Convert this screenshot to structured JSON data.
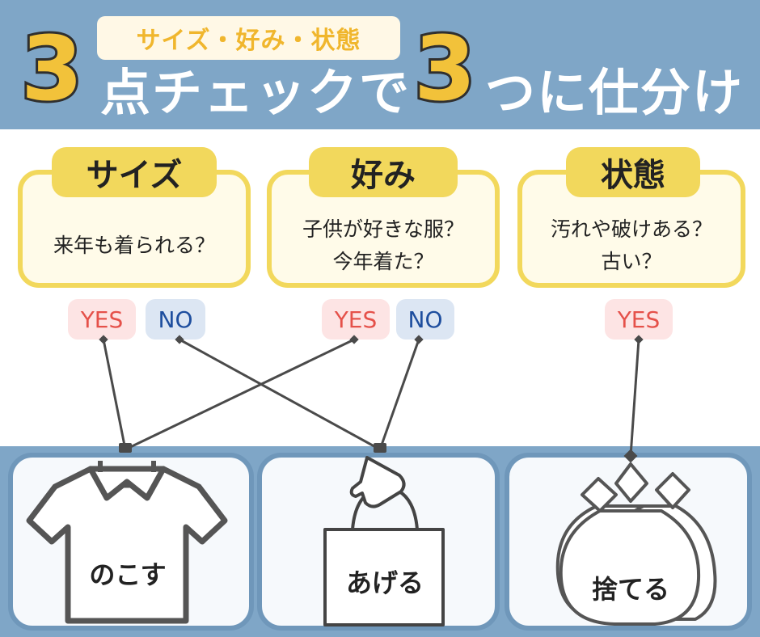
{
  "header": {
    "number": "3",
    "top_pill": "サイズ・好み・状態",
    "line1": "点チェックで",
    "line2": "つに仕分け"
  },
  "criteria": [
    {
      "title": "サイズ",
      "q1": "来年も着られる？",
      "q2": ""
    },
    {
      "title": "好み",
      "q1": "子供が好きな服？",
      "q2": "今年着た？"
    },
    {
      "title": "状態",
      "q1": "汚れや破けある？",
      "q2": "古い？"
    }
  ],
  "answers": {
    "yes": "YES",
    "no": "NO"
  },
  "categories": [
    {
      "label": "のこす",
      "icon": "shirt-icon"
    },
    {
      "label": "あげる",
      "icon": "bag-icon"
    },
    {
      "label": "捨てる",
      "icon": "trash-bags-icon"
    }
  ],
  "colors": {
    "header": "#7fa6c7",
    "accent": "#f2c23a",
    "yes": "#e5514a",
    "no": "#1e4e9e",
    "card": "#f2d85c"
  }
}
